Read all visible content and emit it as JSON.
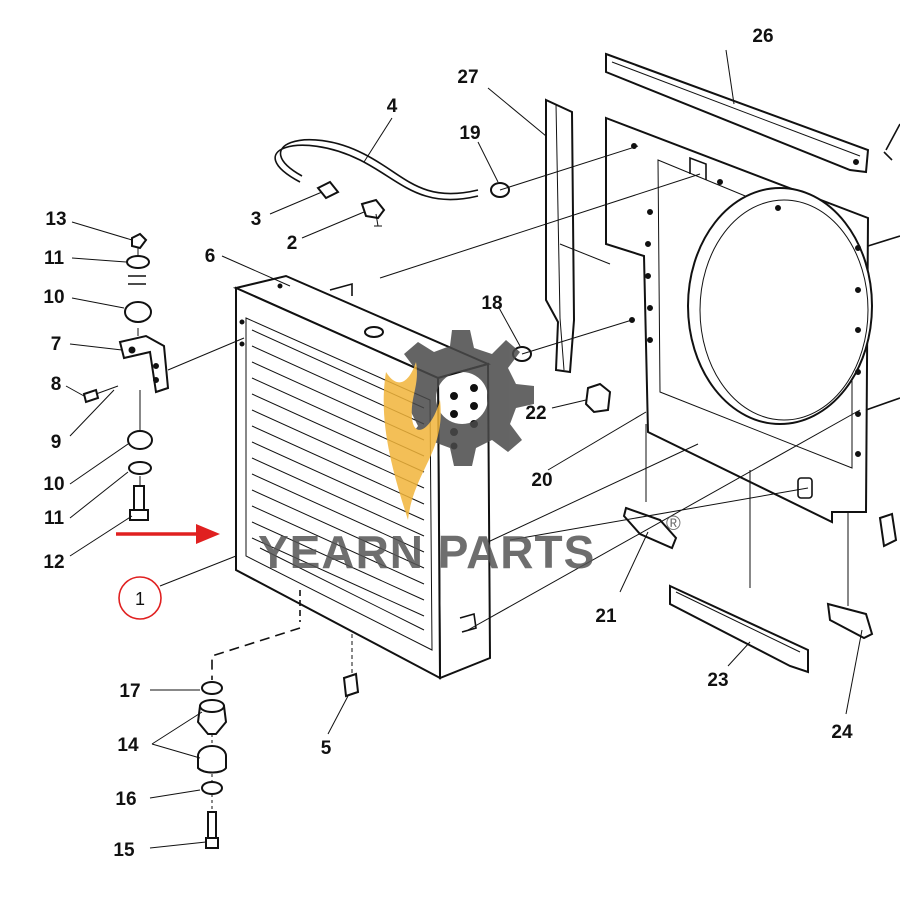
{
  "colors": {
    "line": "#111111",
    "arrow": "#e02020",
    "callout_circle": "#e02020",
    "watermark_gear": "#4a4a4a",
    "watermark_flame": "#f2b53a",
    "watermark_text": "#555555"
  },
  "watermark": {
    "brand": "YEARN PARTS",
    "mark": "®"
  },
  "highlight": {
    "label": "1"
  },
  "callouts": [
    {
      "id": "c26",
      "label": "26"
    },
    {
      "id": "c27",
      "label": "27"
    },
    {
      "id": "c4",
      "label": "4"
    },
    {
      "id": "c19",
      "label": "19"
    },
    {
      "id": "c3",
      "label": "3"
    },
    {
      "id": "c2",
      "label": "2"
    },
    {
      "id": "c13",
      "label": "13"
    },
    {
      "id": "c11a",
      "label": "11"
    },
    {
      "id": "c6",
      "label": "6"
    },
    {
      "id": "c10a",
      "label": "10"
    },
    {
      "id": "c7",
      "label": "7"
    },
    {
      "id": "c18",
      "label": "18"
    },
    {
      "id": "c8",
      "label": "8"
    },
    {
      "id": "c22",
      "label": "22"
    },
    {
      "id": "c9",
      "label": "9"
    },
    {
      "id": "c20",
      "label": "20"
    },
    {
      "id": "c10b",
      "label": "10"
    },
    {
      "id": "c11b",
      "label": "11"
    },
    {
      "id": "c12",
      "label": "12"
    },
    {
      "id": "c21",
      "label": "21"
    },
    {
      "id": "c23",
      "label": "23"
    },
    {
      "id": "c24",
      "label": "24"
    },
    {
      "id": "c17",
      "label": "17"
    },
    {
      "id": "c14",
      "label": "14"
    },
    {
      "id": "c5",
      "label": "5"
    },
    {
      "id": "c16",
      "label": "16"
    },
    {
      "id": "c15",
      "label": "15"
    }
  ]
}
